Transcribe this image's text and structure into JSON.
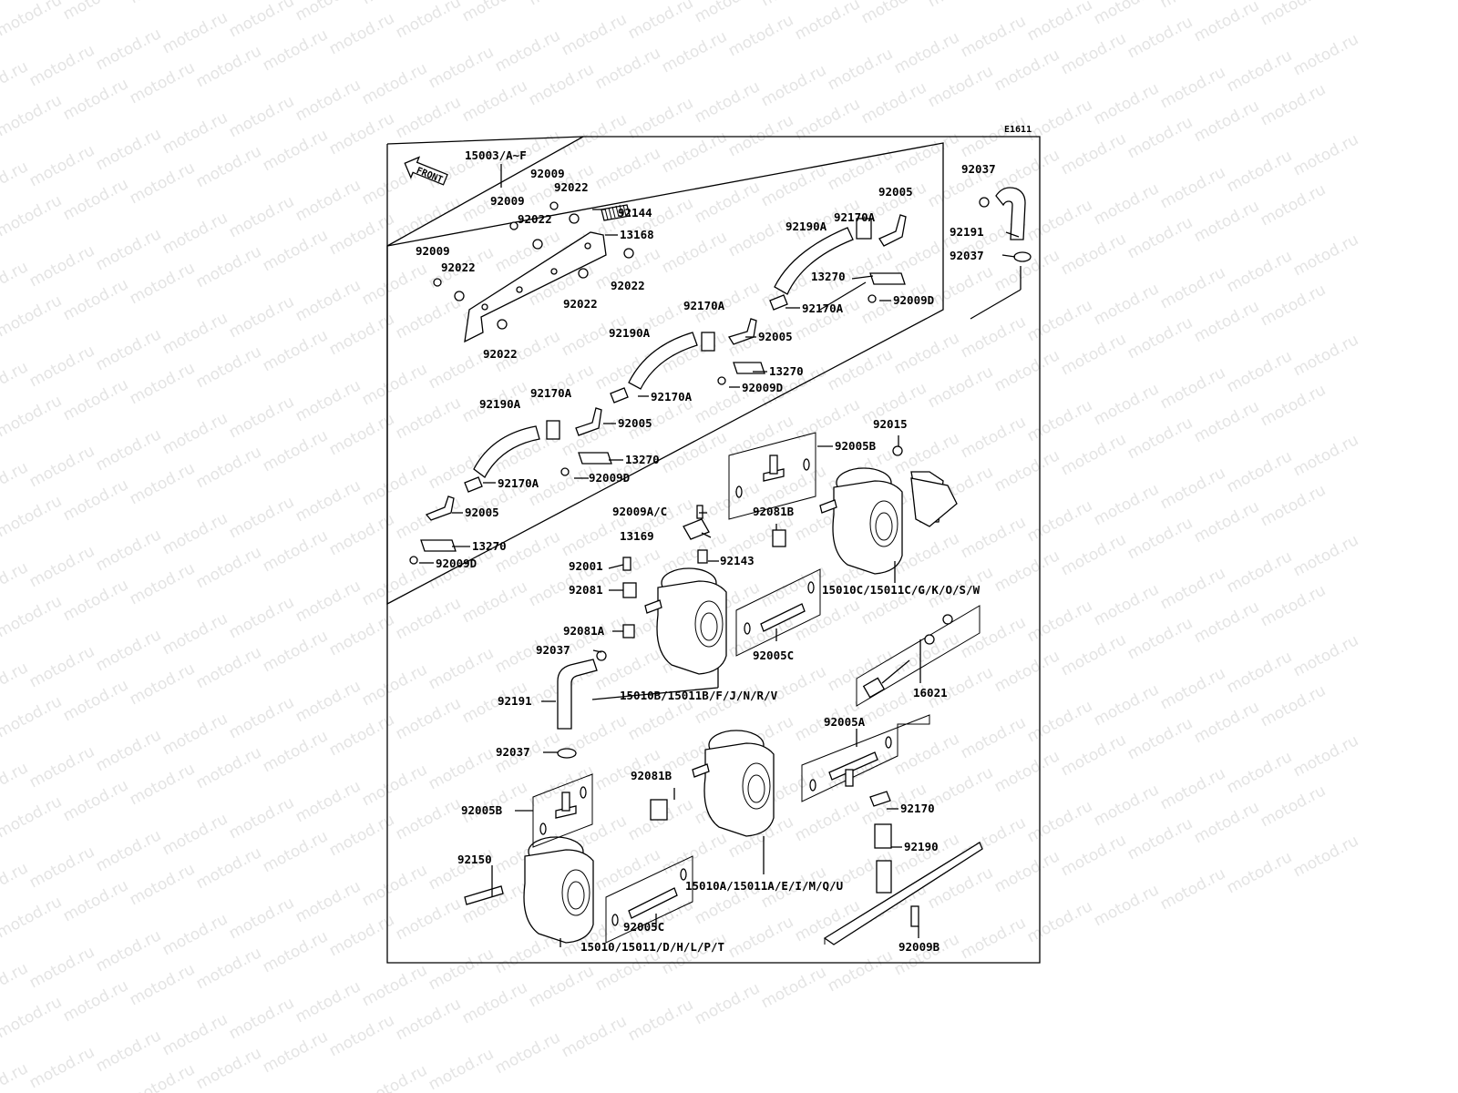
{
  "watermark_text": "motod.ru",
  "diagram_code": "E1611",
  "front_label": "FRONT",
  "assembly_label": "15003/A~F",
  "parts": {
    "p92009_1": "92009",
    "p92022_1": "92022",
    "p92009_2": "92009",
    "p92022_2": "92022",
    "p92144": "92144",
    "p13168": "13168",
    "p92009_3": "92009",
    "p92022_3": "92022",
    "p92022_4": "92022",
    "p92022_5": "92022",
    "p92022_6": "92022",
    "p92005_a": "92005",
    "p92170A_a": "92170A",
    "p92190A_a": "92190A",
    "p13270_a": "13270",
    "p92170A_b": "92170A",
    "p92009D_a": "92009D",
    "p92170A_c": "92170A",
    "p92005_b": "92005",
    "p92190A_b": "92190A",
    "p13270_b": "13270",
    "p92170A_d": "92170A",
    "p92009D_b": "92009D",
    "p92190A_c": "92190A",
    "p92170A_e": "92170A",
    "p92005_c": "92005",
    "p13270_c": "13270",
    "p92170A_f": "92170A",
    "p92009D_c": "92009D",
    "p92005_d": "92005",
    "p13270_d": "13270",
    "p92009D_d": "92009D",
    "p92037_top": "92037",
    "p92191_top": "92191",
    "p92037_top2": "92037",
    "p92015": "92015",
    "p92005B_top": "92005B",
    "p92009AC": "92009A/C",
    "p92081B_top": "92081B",
    "p13169": "13169",
    "p92143": "92143",
    "p92001": "92001",
    "p92081": "92081",
    "p15010C": "15010C/15011C/G/K/O/S/W",
    "p92081A": "92081A",
    "p92037_mid": "92037",
    "p92005C_top": "92005C",
    "p16021": "16021",
    "p92191_mid": "92191",
    "p15010B": "15010B/15011B/F/J/N/R/V",
    "p92005A": "92005A",
    "p92037_low": "92037",
    "p92081B_low": "92081B",
    "p92005B_low": "92005B",
    "p92170": "92170",
    "p92190": "92190",
    "p92150": "92150",
    "p15010A": "15010A/15011A/E/I/M/Q/U",
    "p92005C_low": "92005C",
    "p92009B": "92009B",
    "p15010": "15010/15011/D/H/L/P/T"
  }
}
